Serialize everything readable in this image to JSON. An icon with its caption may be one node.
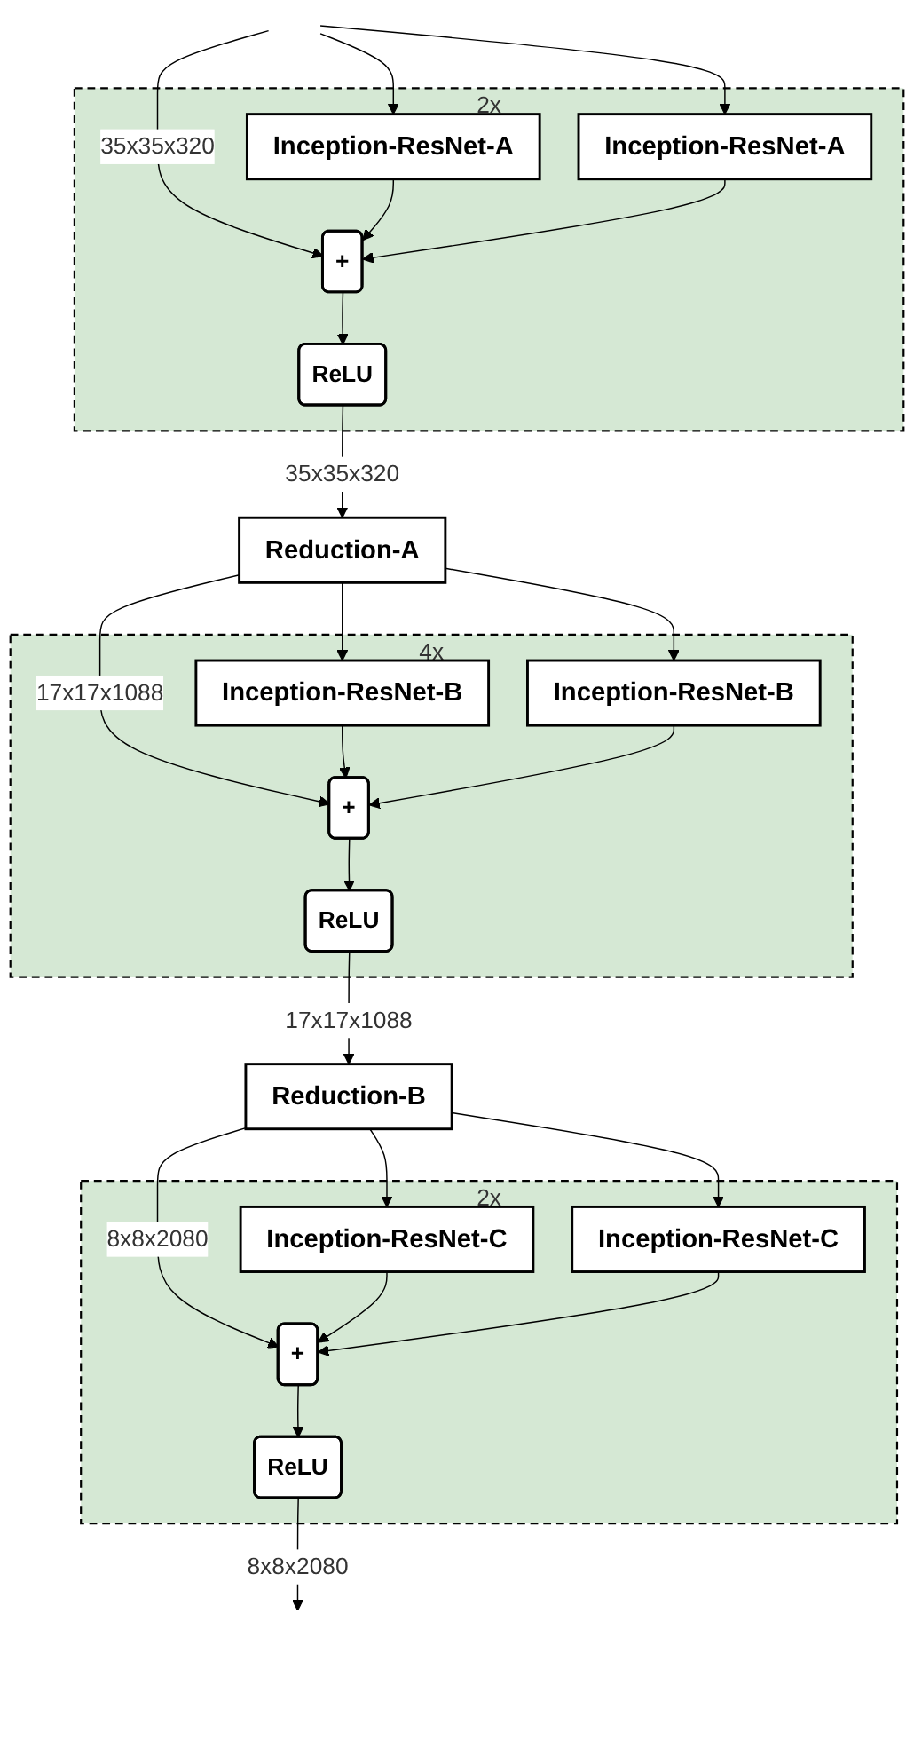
{
  "diagram": {
    "nodes": [
      {
        "text": [
          "2x"
        ]
      },
      {
        "text": [
          "Inception-ResNet-A"
        ],
        "in": 0
      },
      {
        "text": [
          "+"
        ],
        "in": 0
      },
      {
        "text": [
          "Inception-ResNet-A"
        ],
        "in": 0
      },
      {
        "text": [
          "ReLU"
        ],
        "in": 0
      },
      {
        "text": [
          "Reduction-A"
        ]
      },
      {
        "text": [
          "4x"
        ]
      },
      {
        "text": [
          "Inception-ResNet-B"
        ],
        "in": 6
      },
      {
        "text": [
          "+"
        ],
        "in": 6
      },
      {
        "text": [
          "Inception-ResNet-B"
        ],
        "in": 6
      },
      {
        "text": [
          "ReLU"
        ],
        "in": 6
      },
      {
        "text": [
          "Reduction-B"
        ]
      },
      {
        "text": [
          "2x"
        ]
      },
      {
        "text": [
          "Inception-ResNet-C"
        ],
        "in": 12
      },
      {
        "text": [
          "+"
        ],
        "in": 12
      },
      {
        "text": [
          "Inception-ResNet-C"
        ],
        "in": 12
      },
      {
        "text": [
          "ReLU"
        ],
        "in": 12
      }
    ],
    "edges": [
      {
        "from": null,
        "to": 1,
        "arrow": "to"
      },
      {
        "from": null,
        "to": 2,
        "arrow": "to",
        "label": "35x35x320"
      },
      {
        "from": null,
        "to": 3,
        "arrow": "to"
      },
      {
        "from": 1,
        "to": 2,
        "arrow": "to"
      },
      {
        "from": 3,
        "to": 2,
        "arrow": "to"
      },
      {
        "from": 2,
        "to": 4,
        "arrow": "to"
      },
      {
        "from": 4,
        "to": 5,
        "arrow": "to",
        "label": "35x35x320"
      },
      {
        "from": 5,
        "to": 7,
        "arrow": "to"
      },
      {
        "from": 5,
        "to": 8,
        "arrow": "to",
        "label": "17x17x1088"
      },
      {
        "from": 5,
        "to": 9,
        "arrow": "to"
      },
      {
        "from": 7,
        "to": 8,
        "arrow": "to"
      },
      {
        "from": 9,
        "to": 8,
        "arrow": "to"
      },
      {
        "from": 8,
        "to": 10,
        "arrow": "to"
      },
      {
        "from": 10,
        "to": 11,
        "arrow": "to",
        "label": "17x17x1088"
      },
      {
        "from": 11,
        "to": 13,
        "arrow": "to"
      },
      {
        "from": 11,
        "to": 14,
        "arrow": "to",
        "label": "8x8x2080"
      },
      {
        "from": 11,
        "to": 15,
        "arrow": "to"
      },
      {
        "from": 13,
        "to": 14,
        "arrow": "to"
      },
      {
        "from": 15,
        "to": 14,
        "arrow": "to"
      },
      {
        "from": 14,
        "to": 16,
        "arrow": "to"
      },
      {
        "from": 16,
        "to": null,
        "arrow": "to",
        "label": "8x8x2080"
      }
    ]
  }
}
